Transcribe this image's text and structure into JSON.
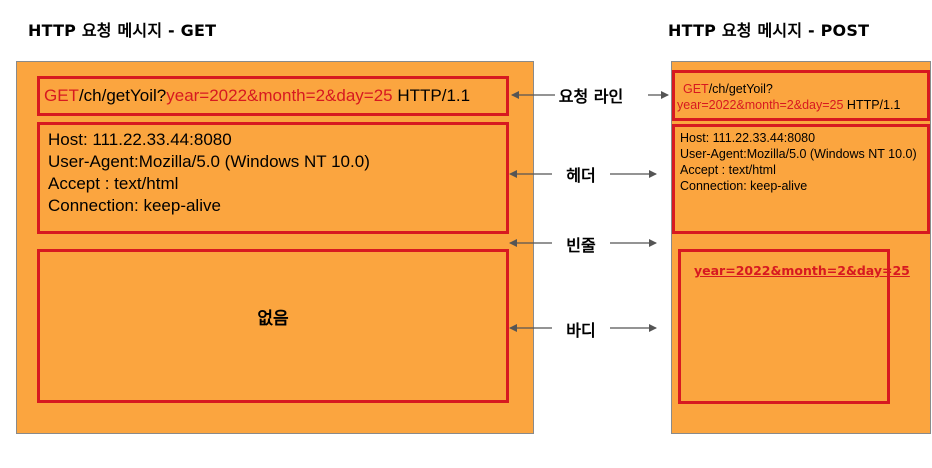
{
  "get": {
    "title": "HTTP 요청 메시지 - GET",
    "request_line": {
      "method": "GET",
      "path": "/ch/getYoil?",
      "query": "year=2022&month=2&day=25",
      "version": " HTTP/1.1"
    },
    "headers": [
      "Host: 111.22.33.44:8080",
      "User-Agent:Mozilla/5.0 (Windows NT 10.0)",
      "Accept : text/html",
      "Connection: keep-alive"
    ],
    "body": "없음"
  },
  "post": {
    "title": "HTTP 요청 메시지 - POST",
    "request_line": {
      "method": "GET",
      "path": "/ch/getYoil?",
      "query": "year=2022&month=2&day=25",
      "version": " HTTP/1.1"
    },
    "headers": [
      "Host: 111.22.33.44:8080",
      "User-Agent:Mozilla/5.0 (Windows NT 10.0)",
      "Accept : text/html",
      "Connection: keep-alive"
    ],
    "body": "year=2022&month=2&day=25"
  },
  "labels": {
    "request_line": "요청 라인",
    "header": "헤더",
    "blank": "빈줄",
    "body": "바디"
  },
  "colors": {
    "panel": "#FBA53F",
    "box_border": "#D71920",
    "arrow": "#555555"
  }
}
